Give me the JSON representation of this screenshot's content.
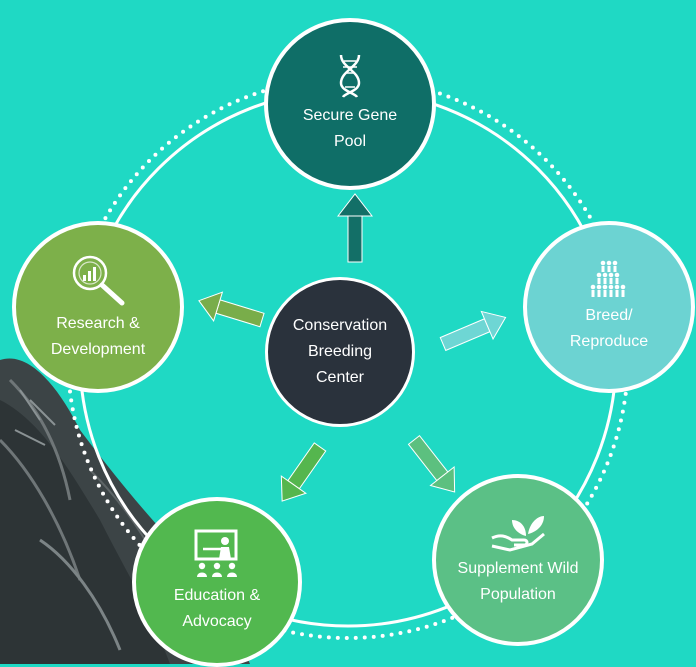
{
  "colors": {
    "background": "#1fd9c4",
    "center": "#2a323c",
    "secure_gene_pool": "#0f6e67",
    "breed": "#6cd3d2",
    "supplement": "#5bc086",
    "education": "#52b84f",
    "research": "#7db04a"
  },
  "nodes": {
    "center": {
      "label": "Conservation\nBreeding\nCenter"
    },
    "secure_gene_pool": {
      "label": "Secure Gene\nPool",
      "icon": "dna-icon"
    },
    "breed": {
      "label": "Breed/\nReproduce",
      "icon": "population-icon"
    },
    "supplement": {
      "label": "Supplement Wild\nPopulation",
      "icon": "hand-sprout-icon"
    },
    "education": {
      "label": "Education &\nAdvocacy",
      "icon": "presentation-icon"
    },
    "research": {
      "label": "Research &\nDevelopment",
      "icon": "magnifier-chart-icon"
    }
  }
}
